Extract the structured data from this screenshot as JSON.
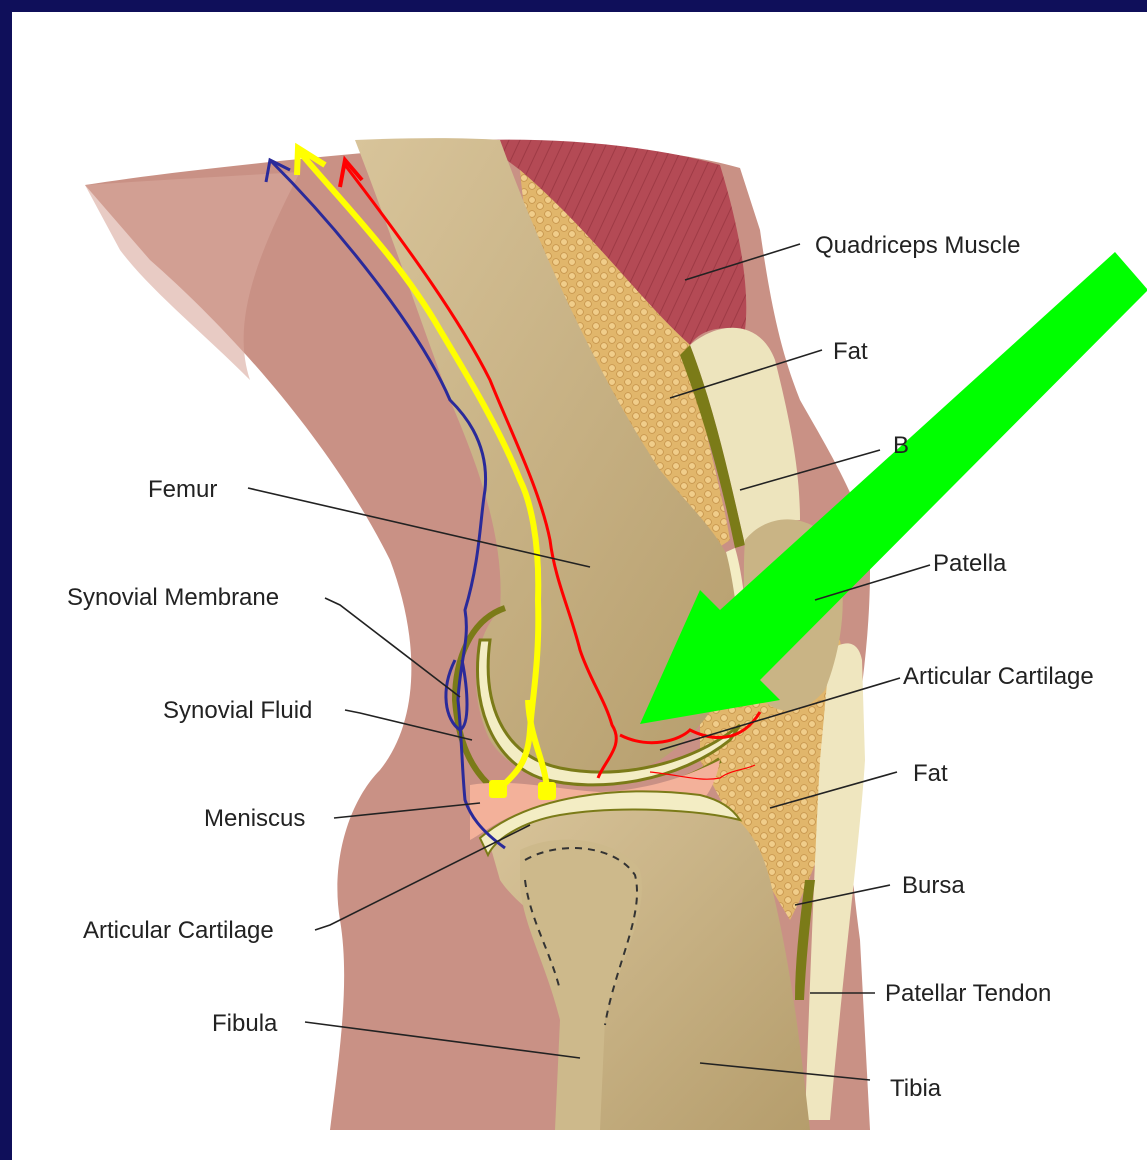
{
  "diagram": {
    "labels": {
      "quadriceps_muscle": "Quadriceps Muscle",
      "fat_upper": "Fat",
      "bursa_upper": "B",
      "patella": "Patella",
      "articular_cartilage_right": "Articular Cartilage",
      "fat_lower": "Fat",
      "bursa_lower": "Bursa",
      "patellar_tendon": "Patellar Tendon",
      "tibia": "Tibia",
      "femur": "Femur",
      "synovial_membrane": "Synovial Membrane",
      "synovial_fluid": "Synovial Fluid",
      "meniscus": "Meniscus",
      "articular_cartilage_left": "Articular Cartilage",
      "fibula": "Fibula"
    },
    "colors": {
      "background_border": "#0f0f5a",
      "skin": "#c99185",
      "bone": "#c7b183",
      "muscle": "#b44a55",
      "fat": "#e1b66b",
      "cartilage": "#f3edc4",
      "synovial_membrane": "#7b7b18",
      "meniscus": "#f3b19a",
      "nerve_blue": "#2a2a9a",
      "nerve_yellow": "#ffff00",
      "nerve_red": "#ff0000",
      "pointer_arrow": "#00ff00"
    }
  }
}
